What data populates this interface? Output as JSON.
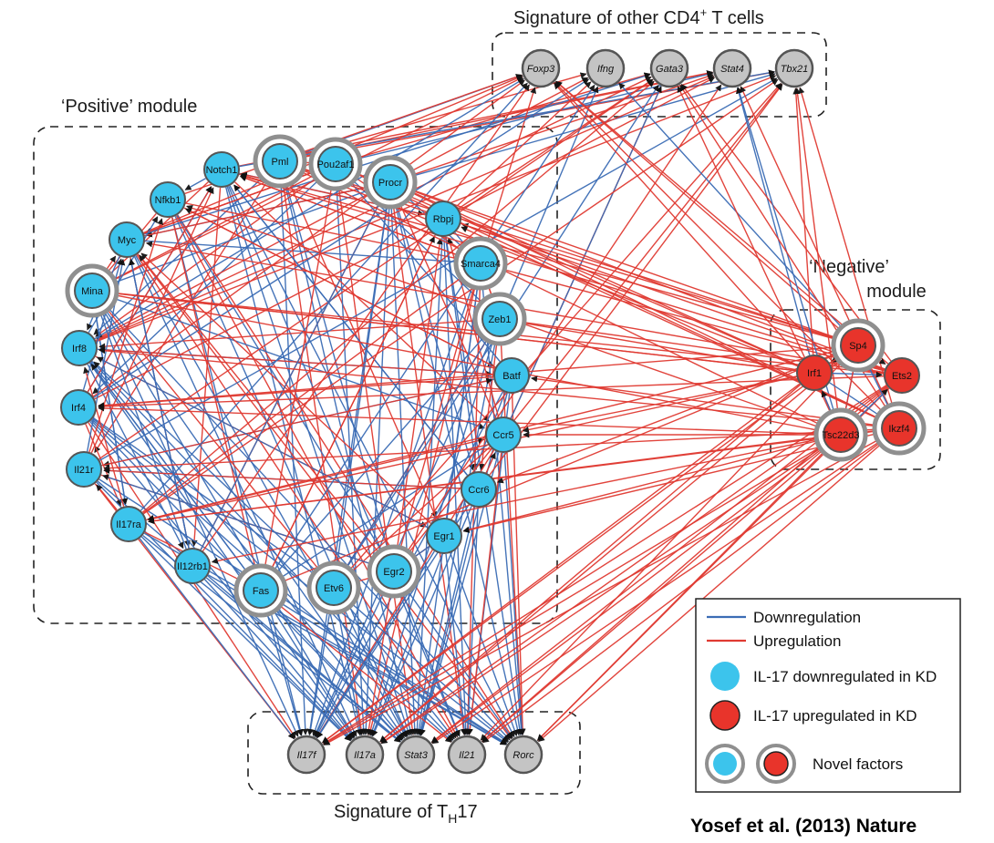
{
  "colors": {
    "downregulation": "#3b6cb5",
    "upregulation": "#e03a32",
    "positive_node": "#3cc4ec",
    "negative_node": "#e8342b",
    "signature_node": "#c4c4c4",
    "node_border": "#555555",
    "novel_ring": "#8f8f8f"
  },
  "modules": {
    "other_cd4": {
      "title": "Signature of other CD4",
      "superscript": "+",
      "title_suffix": " T cells"
    },
    "positive": {
      "title": "‘Positive’ module"
    },
    "negative": {
      "title_line1": "‘Negative’",
      "title_line2": "module"
    },
    "th17": {
      "title_prefix": "Signature of T",
      "subscript": "H",
      "title_suffix": "17"
    }
  },
  "legend": {
    "downregulation": "Downregulation",
    "upregulation": "Upregulation",
    "il17_down": "IL-17 downregulated in KD",
    "il17_up": "IL-17 upregulated in KD",
    "novel": "Novel factors"
  },
  "citation": "Yosef et al. (2013) Nature",
  "nodes": [
    {
      "id": "Foxp3",
      "label": "Foxp3",
      "group": "signature",
      "novel": false
    },
    {
      "id": "Ifng",
      "label": "Ifng",
      "group": "signature",
      "novel": false
    },
    {
      "id": "Gata3",
      "label": "Gata3",
      "group": "signature",
      "novel": false
    },
    {
      "id": "Stat4",
      "label": "Stat4",
      "group": "signature",
      "novel": false
    },
    {
      "id": "Tbx21",
      "label": "Tbx21",
      "group": "signature",
      "novel": false
    },
    {
      "id": "Pml",
      "label": "Pml",
      "group": "positive",
      "novel": true
    },
    {
      "id": "Pou2af1",
      "label": "Pou2af1",
      "group": "positive",
      "novel": true
    },
    {
      "id": "Notch1",
      "label": "Notch1",
      "group": "positive",
      "novel": false
    },
    {
      "id": "Procr",
      "label": "Procr",
      "group": "positive",
      "novel": true
    },
    {
      "id": "Nfkb1",
      "label": "Nfkb1",
      "group": "positive",
      "novel": false
    },
    {
      "id": "Rbpj",
      "label": "Rbpj",
      "group": "positive",
      "novel": false
    },
    {
      "id": "Myc",
      "label": "Myc",
      "group": "positive",
      "novel": false
    },
    {
      "id": "Smarca4",
      "label": "Smarca4",
      "group": "positive",
      "novel": true
    },
    {
      "id": "Mina",
      "label": "Mina",
      "group": "positive",
      "novel": true
    },
    {
      "id": "Zeb1",
      "label": "Zeb1",
      "group": "positive",
      "novel": true
    },
    {
      "id": "Irf8",
      "label": "Irf8",
      "group": "positive",
      "novel": false
    },
    {
      "id": "Batf",
      "label": "Batf",
      "group": "positive",
      "novel": false
    },
    {
      "id": "Irf4",
      "label": "Irf4",
      "group": "positive",
      "novel": false
    },
    {
      "id": "Ccr5",
      "label": "Ccr5",
      "group": "positive",
      "novel": false
    },
    {
      "id": "Il21r",
      "label": "Il21r",
      "group": "positive",
      "novel": false
    },
    {
      "id": "Ccr6",
      "label": "Ccr6",
      "group": "positive",
      "novel": false
    },
    {
      "id": "Il17ra",
      "label": "Il17ra",
      "group": "positive",
      "novel": false
    },
    {
      "id": "Egr1",
      "label": "Egr1",
      "group": "positive",
      "novel": false
    },
    {
      "id": "Il12rb1",
      "label": "Il12rb1",
      "group": "positive",
      "novel": false
    },
    {
      "id": "Egr2",
      "label": "Egr2",
      "group": "positive",
      "novel": true
    },
    {
      "id": "Fas",
      "label": "Fas",
      "group": "positive",
      "novel": true
    },
    {
      "id": "Etv6",
      "label": "Etv6",
      "group": "positive",
      "novel": true
    },
    {
      "id": "Sp4",
      "label": "Sp4",
      "group": "negative",
      "novel": true
    },
    {
      "id": "Irf1",
      "label": "Irf1",
      "group": "negative",
      "novel": false
    },
    {
      "id": "Ets2",
      "label": "Ets2",
      "group": "negative",
      "novel": false
    },
    {
      "id": "Tsc22d3",
      "label": "Tsc22d3",
      "group": "negative",
      "novel": true
    },
    {
      "id": "Ikzf4",
      "label": "Ikzf4",
      "group": "negative",
      "novel": true
    },
    {
      "id": "Il17f",
      "label": "Il17f",
      "group": "signature",
      "novel": false
    },
    {
      "id": "Il17a",
      "label": "Il17a",
      "group": "signature",
      "novel": false
    },
    {
      "id": "Stat3",
      "label": "Stat3",
      "group": "signature",
      "novel": false
    },
    {
      "id": "Il21",
      "label": "Il21",
      "group": "signature",
      "novel": false
    },
    {
      "id": "Rorc",
      "label": "Rorc",
      "group": "signature",
      "novel": false
    }
  ]
}
